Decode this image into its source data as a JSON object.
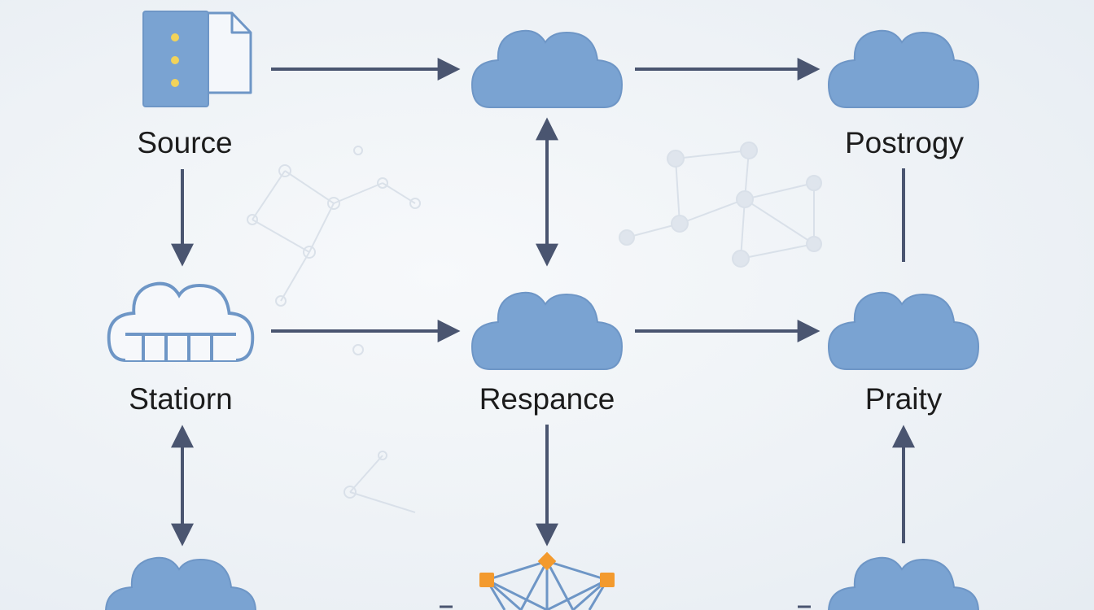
{
  "diagram": {
    "nodes": {
      "source": {
        "label": "Source",
        "icon": "document-server-icon"
      },
      "station": {
        "label": "Statiorn",
        "icon": "cloud-rack-icon"
      },
      "cloud_top_center": {
        "label": "",
        "icon": "cloud-icon"
      },
      "response": {
        "label": "Respance",
        "icon": "cloud-icon"
      },
      "postrogy": {
        "label": "Postrogy",
        "icon": "cloud-icon"
      },
      "praity": {
        "label": "Praity",
        "icon": "cloud-icon"
      },
      "cloud_bottom_left": {
        "label": "",
        "icon": "cloud-icon"
      },
      "network_bottom_center": {
        "label": "",
        "icon": "network-mesh-icon"
      },
      "cloud_bottom_right": {
        "label": "",
        "icon": "cloud-icon"
      }
    },
    "edges": [
      {
        "from": "source",
        "to": "cloud_top_center",
        "direction": "forward"
      },
      {
        "from": "cloud_top_center",
        "to": "postrogy",
        "direction": "forward"
      },
      {
        "from": "source",
        "to": "station",
        "direction": "forward"
      },
      {
        "from": "cloud_top_center",
        "to": "response",
        "direction": "both"
      },
      {
        "from": "postrogy",
        "to": "praity",
        "direction": "none"
      },
      {
        "from": "station",
        "to": "response",
        "direction": "forward"
      },
      {
        "from": "response",
        "to": "praity",
        "direction": "forward"
      },
      {
        "from": "station",
        "to": "cloud_bottom_left",
        "direction": "both"
      },
      {
        "from": "response",
        "to": "network_bottom_center",
        "direction": "forward"
      },
      {
        "from": "cloud_bottom_right",
        "to": "praity",
        "direction": "forward"
      }
    ]
  },
  "colors": {
    "cloud_fill": "#7aa3d2",
    "cloud_outline": "#6e96c6",
    "arrow": "#4a5570",
    "document_fill": "#7aa3d2",
    "document_dots": "#f2d35a",
    "network_nodes": "#f39a2e",
    "network_lines": "#6e96c6",
    "watermark": "#cfd8e3"
  }
}
